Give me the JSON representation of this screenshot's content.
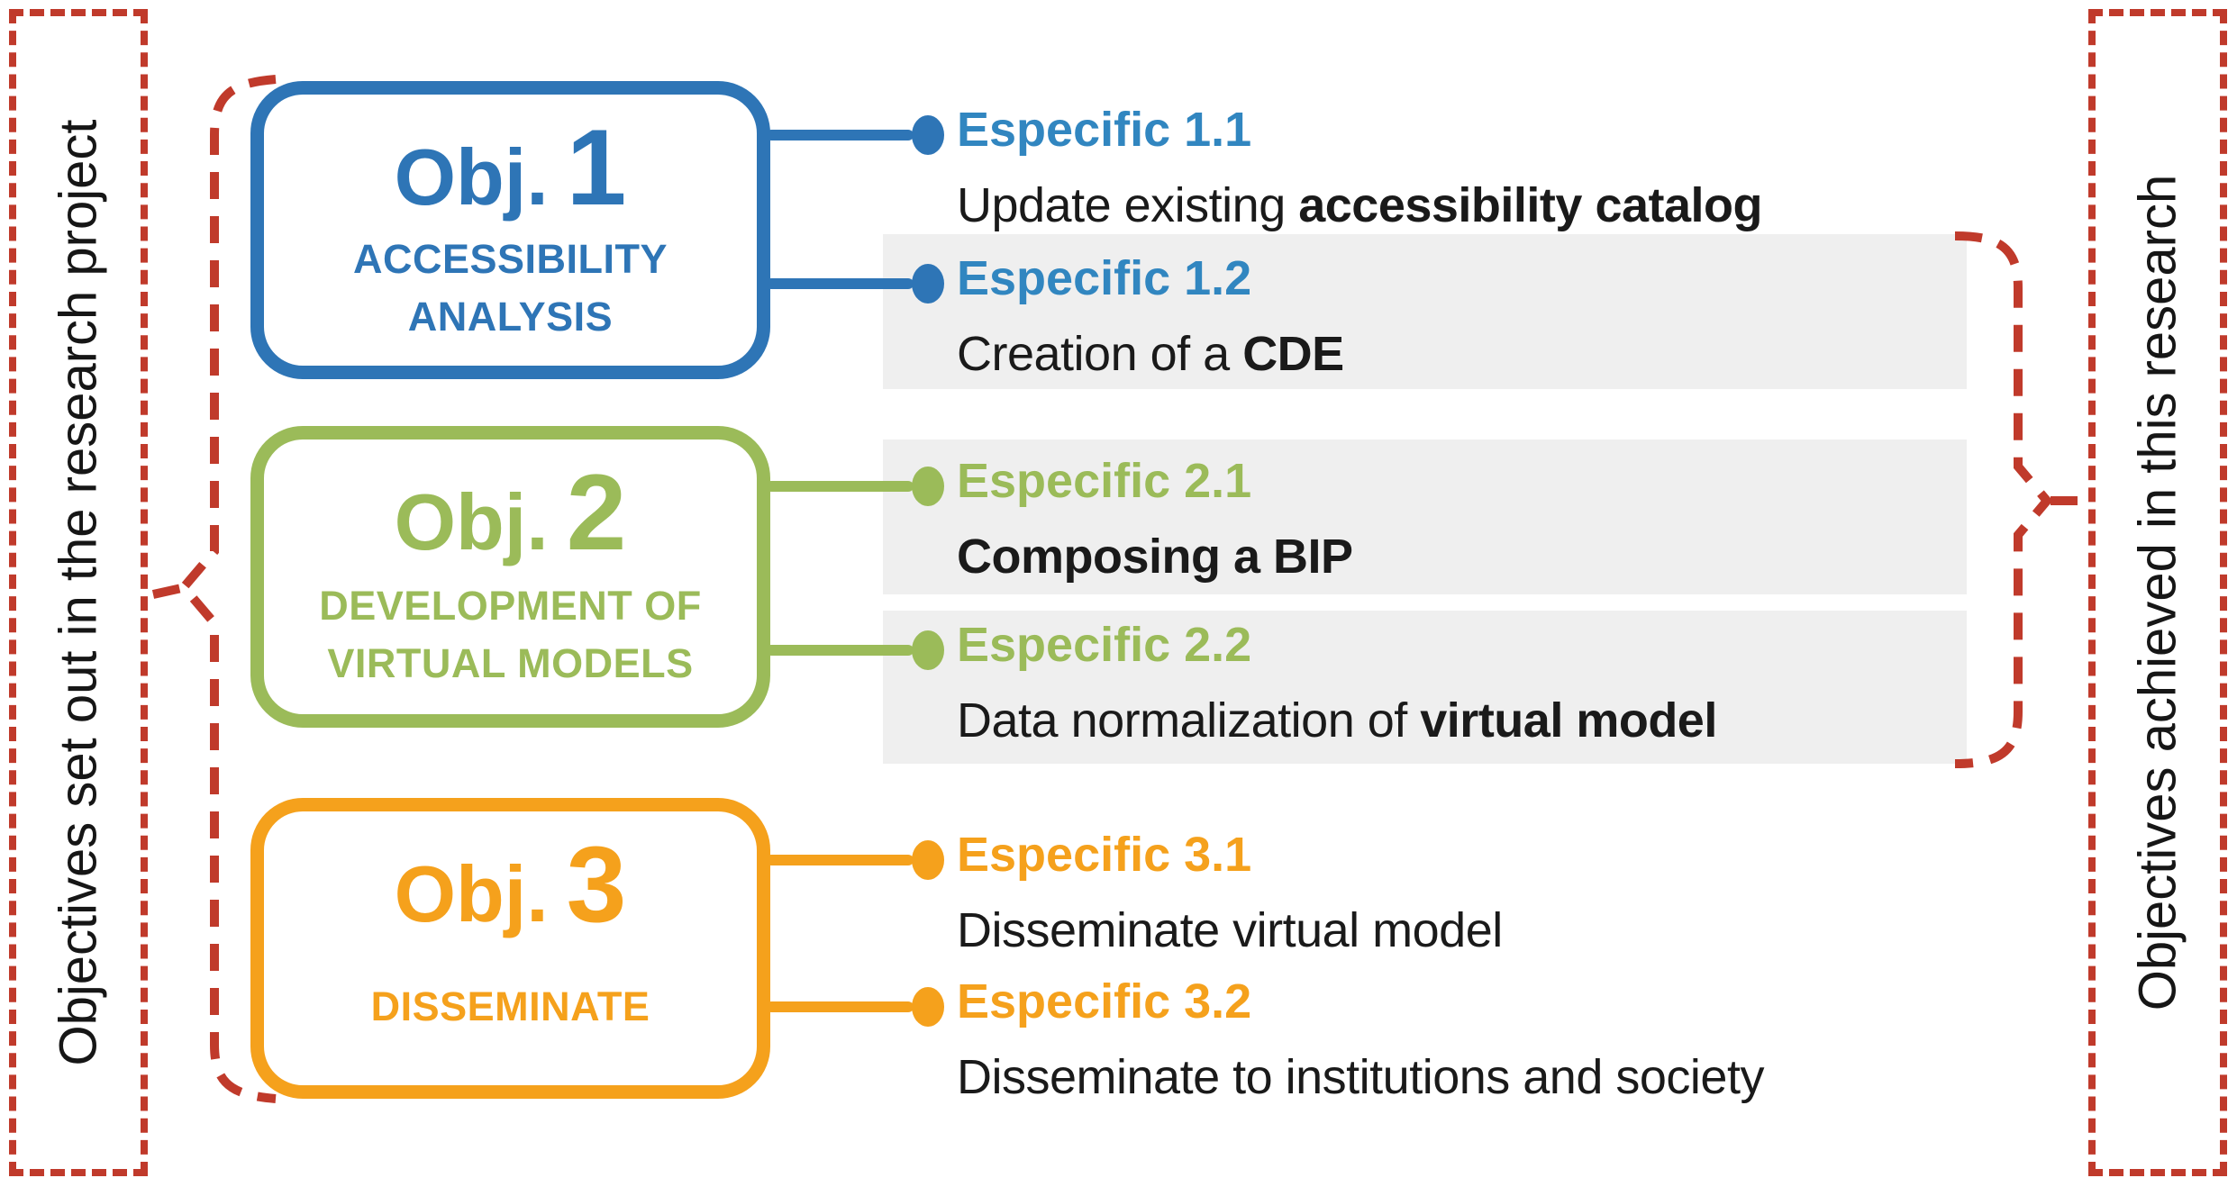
{
  "side_labels": {
    "left": "Objectives set out in the research project",
    "right": "Objectives achieved in this research"
  },
  "colors": {
    "blue": "#2E75B6",
    "green": "#9BBB59",
    "orange": "#F5A11C",
    "red_dashed": "#C03A2B",
    "highlight_gray": "#EFEFEF",
    "body_text": "#1A1A1A"
  },
  "objectives": [
    {
      "prefix": "Obj.",
      "number": "1",
      "subtitle": "ACCESSIBILITY\nANALYSIS",
      "color": "#2E75B6",
      "specifics": [
        {
          "label": "Especific 1.1",
          "desc_regular": "Update existing ",
          "desc_bold": "accessibility catalog",
          "highlighted": false
        },
        {
          "label": "Especific 1.2",
          "desc_regular": "Creation of a ",
          "desc_bold": "CDE",
          "highlighted": true
        }
      ]
    },
    {
      "prefix": "Obj.",
      "number": "2",
      "subtitle": "DEVELOPMENT OF\nVIRTUAL MODELS",
      "color": "#9BBB59",
      "specifics": [
        {
          "label": "Especific 2.1",
          "desc_regular": "",
          "desc_bold": "Composing a BIP",
          "highlighted": true
        },
        {
          "label": "Especific 2.2",
          "desc_regular": "Data normalization of ",
          "desc_bold": "virtual model",
          "highlighted": true
        }
      ]
    },
    {
      "prefix": "Obj.",
      "number": "3",
      "subtitle": "DISSEMINATE",
      "color": "#F5A11C",
      "specifics": [
        {
          "label": "Especific 3.1",
          "desc_regular": "Disseminate virtual model",
          "desc_bold": "",
          "highlighted": false
        },
        {
          "label": "Especific 3.2",
          "desc_regular": "Disseminate to institutions and society",
          "desc_bold": "",
          "highlighted": false
        }
      ]
    }
  ]
}
